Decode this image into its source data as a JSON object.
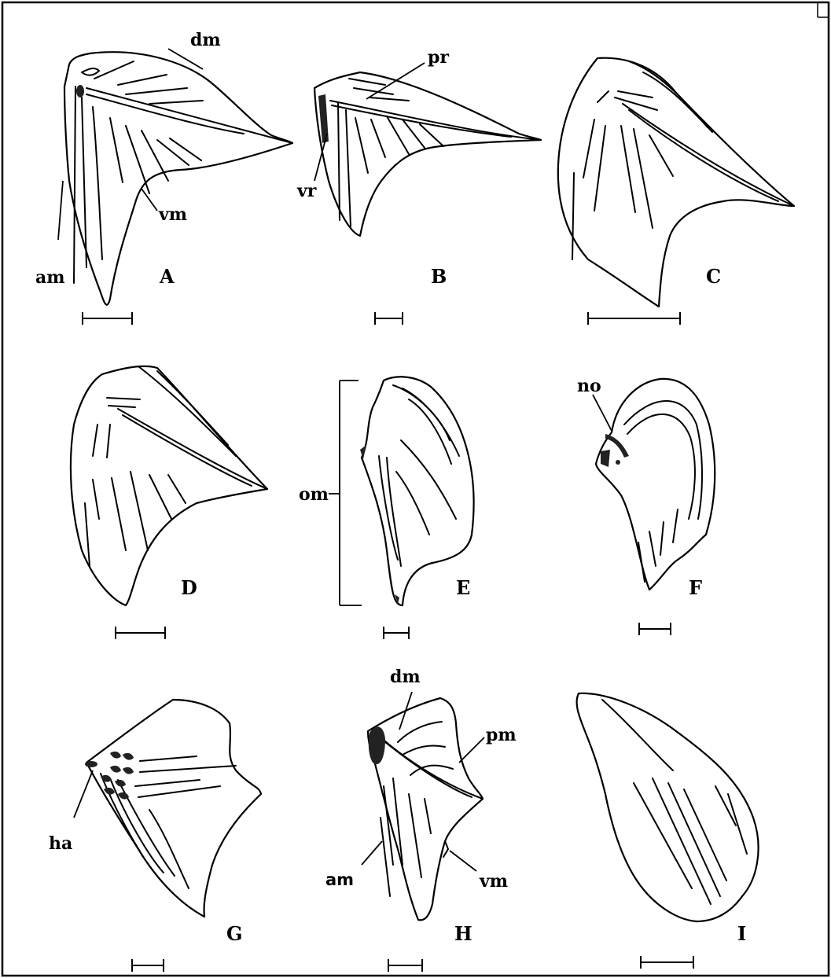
{
  "panels": [
    {
      "id": "A",
      "label": "A",
      "annotations": [
        "dm",
        "vm",
        "am"
      ]
    },
    {
      "id": "B",
      "label": "B",
      "annotations": [
        "pr",
        "vr"
      ]
    },
    {
      "id": "C",
      "label": "C",
      "annotations": []
    },
    {
      "id": "D",
      "label": "D",
      "annotations": []
    },
    {
      "id": "E",
      "label": "E",
      "annotations": [
        "om"
      ]
    },
    {
      "id": "F",
      "label": "F",
      "annotations": [
        "no"
      ]
    },
    {
      "id": "G",
      "label": "G",
      "annotations": [
        "ha"
      ]
    },
    {
      "id": "H",
      "label": "H",
      "annotations": [
        "dm",
        "pm",
        "vm",
        "am"
      ]
    },
    {
      "id": "I",
      "label": "I",
      "annotations": []
    }
  ],
  "labels": {
    "A": {
      "dm": "dm",
      "vm": "vm",
      "am": "am"
    },
    "B": {
      "pr": "pr",
      "vr": "vr"
    },
    "E": {
      "om": "om"
    },
    "F": {
      "no": "no"
    },
    "G": {
      "ha": "ha"
    },
    "H": {
      "dm": "dm",
      "pm": "pm",
      "vm": "vm",
      "am": "am"
    }
  },
  "colors": {
    "ink": "#000000",
    "background": "#ffffff",
    "frame": "#000000"
  }
}
